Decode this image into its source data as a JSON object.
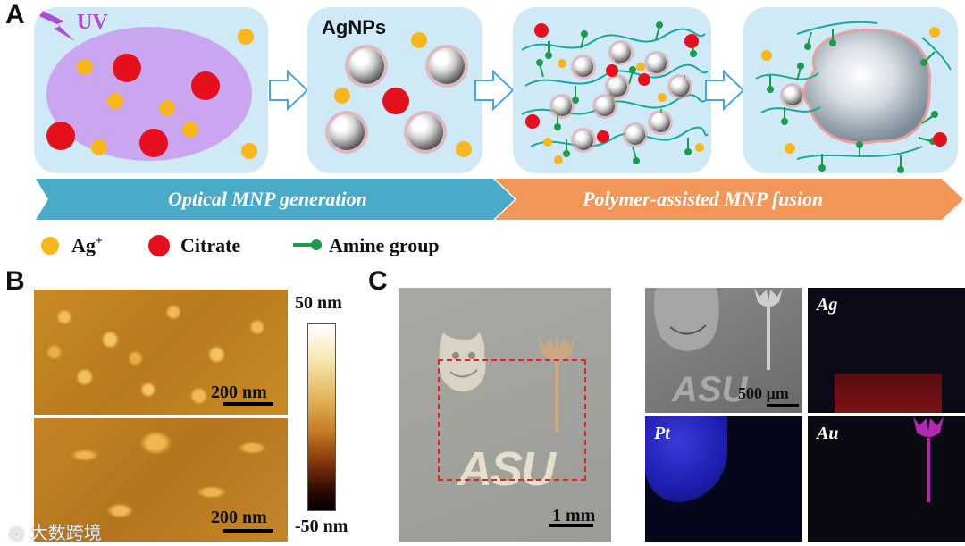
{
  "panel_a": {
    "letter": "A",
    "uv_label": "UV",
    "agnps_label": "AgNPs",
    "band_left": "Optical MNP generation",
    "band_right": "Polymer-assisted MNP fusion",
    "legend": [
      {
        "label": "Ag",
        "sup": "+",
        "symbol": "ag-dot"
      },
      {
        "label": "Citrate",
        "symbol": "citrate-dot"
      },
      {
        "label": "Amine group",
        "symbol": "amine-line"
      }
    ],
    "colors": {
      "ag": "#f7b71d",
      "citrate": "#e4101e",
      "amine": "#1a9b4b",
      "polymer": "#17a99a",
      "box": "#cfe9f7",
      "band_left": "#4aabc8",
      "band_right": "#f1975a",
      "uv": "#b04bd9"
    }
  },
  "panel_b": {
    "letter": "B",
    "scale_top": "200 nm",
    "scale_bottom": "200 nm",
    "colorbar_max": "50 nm",
    "colorbar_min": "-50 nm"
  },
  "panel_c": {
    "letter": "C",
    "scale_main": "1 mm",
    "scale_sem": "500 µm",
    "logo_text": "ASU",
    "maps": {
      "ag": "Ag",
      "pt": "Pt",
      "au": "Au"
    }
  },
  "watermark": "大数跨境"
}
